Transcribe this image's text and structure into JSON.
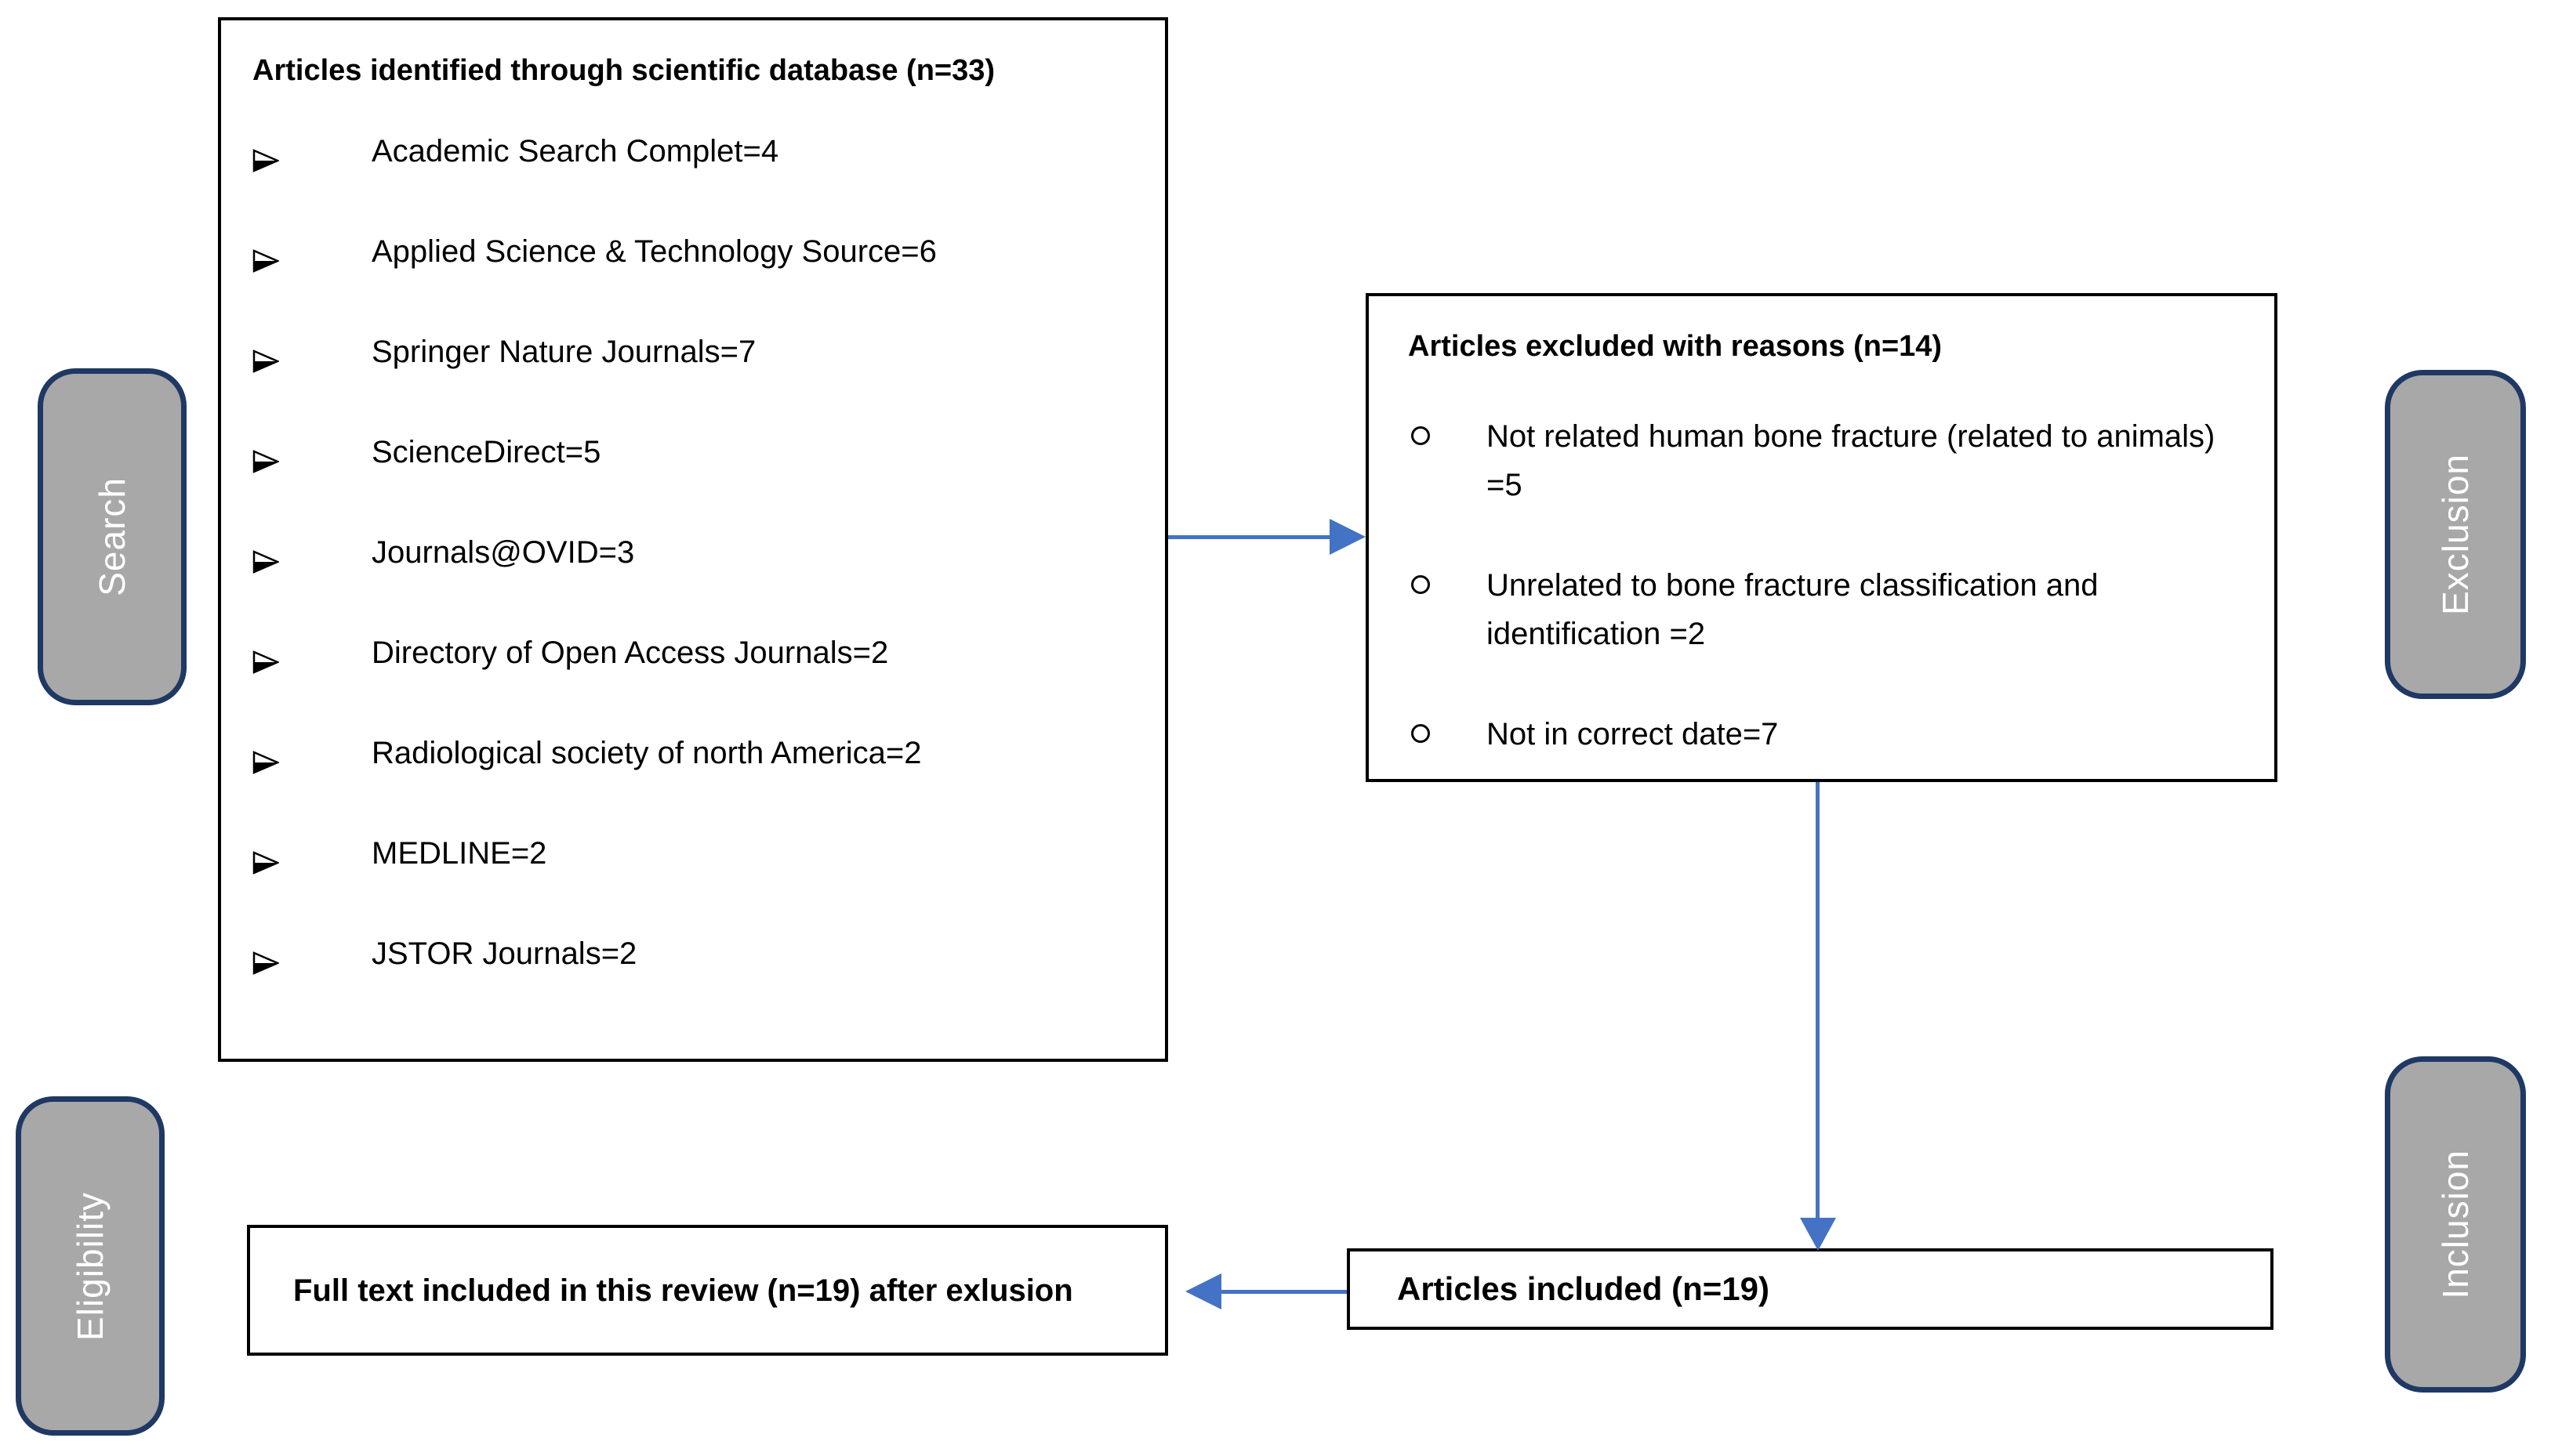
{
  "identified_box": {
    "title": "Articles identified through scientific database (n=33)",
    "items": [
      "Academic Search Complet=4",
      "Applied Science & Technology Source=6",
      "Springer Nature Journals=7",
      "ScienceDirect=5",
      "Journals@OVID=3",
      "Directory of Open Access Journals=2",
      "Radiological society of north America=2",
      "MEDLINE=2",
      "JSTOR Journals=2"
    ]
  },
  "excluded_box": {
    "title": "Articles excluded with reasons (n=14)",
    "items": [
      "Not related human bone fracture (related to animals) =5",
      "Unrelated to bone fracture classification and identification =2",
      "Not in correct date=7"
    ]
  },
  "included_box": {
    "title": "Articles included (n=19)"
  },
  "fulltext_box": {
    "title": "Full text included in this review (n=19) after exlusion"
  },
  "stage_labels": {
    "search": "Search",
    "exclusion": "Exclusion",
    "eligibility": "Eligibility",
    "inclusion": "Inclusion"
  },
  "colors": {
    "arrow": "#4472c4",
    "label_fill": "#a8a8a8",
    "label_border": "#1f3864",
    "box_border": "#000000",
    "label_text": "#ffffff",
    "text": "#000000",
    "background": "#ffffff"
  }
}
